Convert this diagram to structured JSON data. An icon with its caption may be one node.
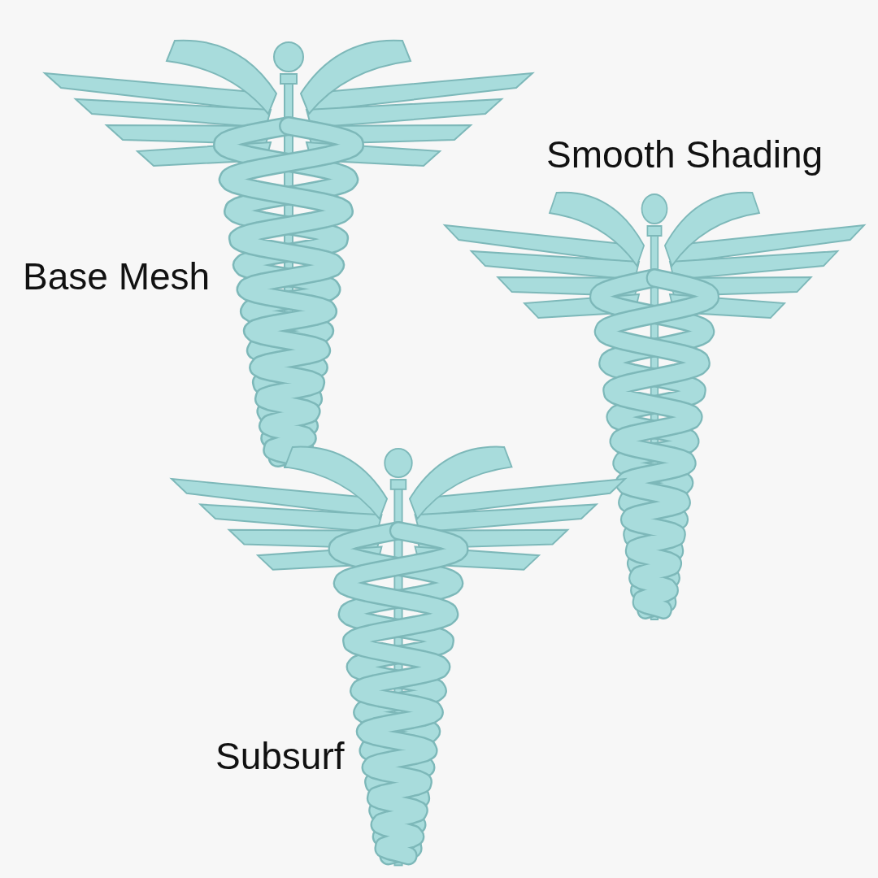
{
  "diagram": {
    "labels": [
      "Smooth Shading",
      "Base Mesh",
      "Subsurf"
    ]
  }
}
